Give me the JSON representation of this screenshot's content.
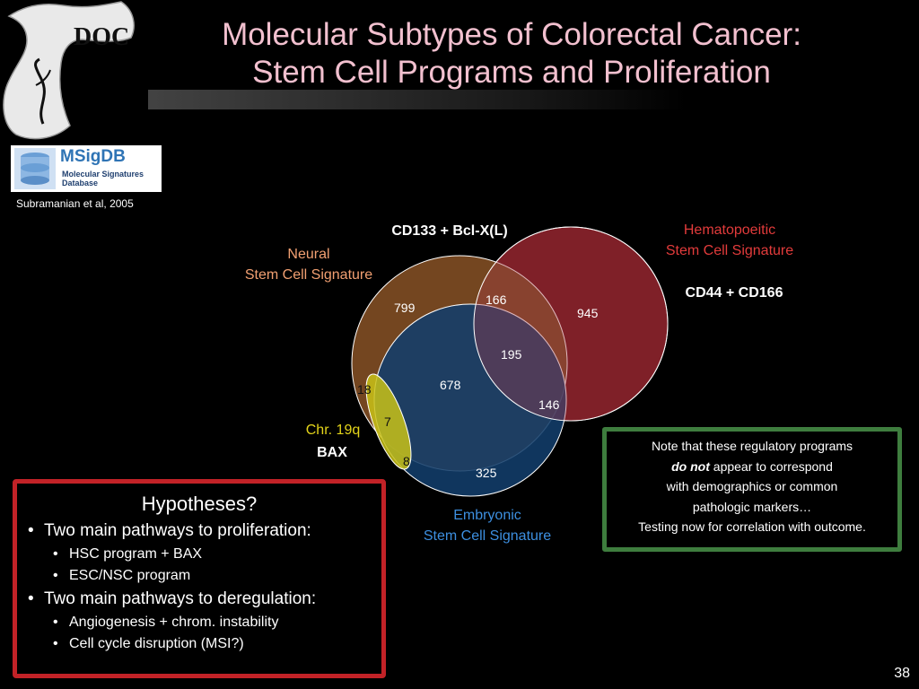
{
  "title": {
    "line1": "Molecular Subtypes of Colorectal Cancer:",
    "line2": "Stem Cell Programs and Proliferation"
  },
  "logo": {
    "letters": "DOC"
  },
  "msigdb": {
    "name": "MSigDB",
    "sub1": "Molecular Signatures",
    "sub2": "Database",
    "citation": "Subramanian et al, 2005"
  },
  "venn": {
    "labels": {
      "neural_1": "Neural",
      "neural_2": "Stem Cell Signature",
      "cd133": "CD133 + Bcl-X(L)",
      "hema_1": "Hematopoeitic",
      "hema_2": "Stem Cell Signature",
      "cd44": "CD44 + CD166",
      "chr": "Chr. 19q",
      "bax": "BAX",
      "embry_1": "Embryonic",
      "embry_2": "Stem Cell Signature"
    },
    "counts": {
      "neural_only": "799",
      "neural_hema": "166",
      "hema_only": "945",
      "all_three": "195",
      "neural_embry": "678",
      "hema_embry": "146",
      "embry_only": "325",
      "chr_neural": "18",
      "chr_neural_embry": "7",
      "chr_embry": "8"
    },
    "colors": {
      "neural": "#7a4a22",
      "hema": "#6b1316",
      "embry": "#123d6b",
      "chr": "#c9c218",
      "neural_label": "#f2a072",
      "hema_label": "#e23b3b",
      "embry_label": "#3d8fe0",
      "chr_label": "#e3d41a"
    }
  },
  "hypotheses": {
    "title": "Hypotheses?",
    "items": [
      {
        "text": "Two main pathways to proliferation:",
        "sub": [
          "HSC program + BAX",
          "ESC/NSC program"
        ]
      },
      {
        "text": "Two main pathways to deregulation:",
        "sub": [
          "Angiogenesis + chrom. instability",
          "Cell cycle disruption (MSI?)"
        ]
      }
    ],
    "border_color": "#c22227"
  },
  "note": {
    "line1": "Note that these regulatory programs",
    "line2_em": "do not",
    "line2_rest": " appear to correspond",
    "line3": "with demographics or common",
    "line4": "pathologic markers…",
    "line5": "Testing now for correlation with outcome.",
    "border_color": "#3e7d3e"
  },
  "slide_number": "38"
}
